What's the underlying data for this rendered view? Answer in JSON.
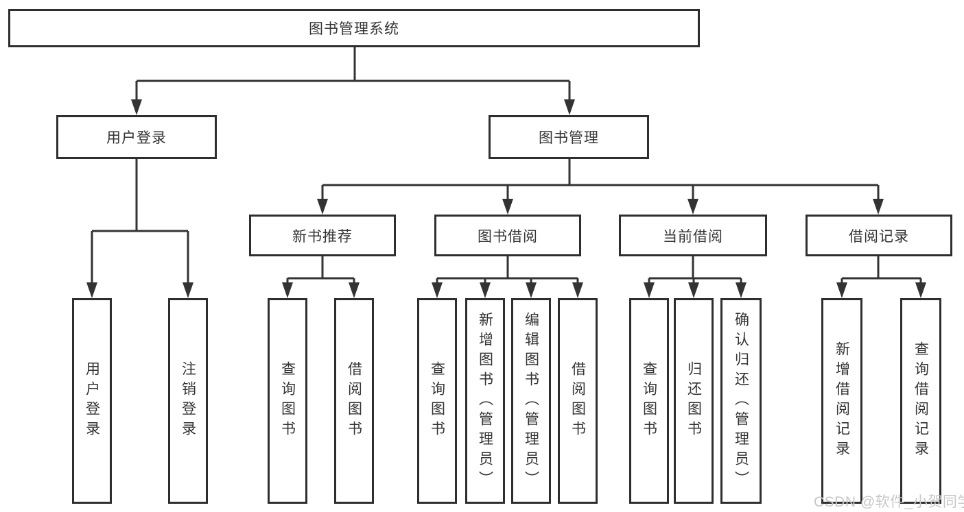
{
  "tree": {
    "root": {
      "label": "图书管理系统"
    },
    "branches": [
      {
        "label": "用户登录",
        "children": [
          {
            "label": "用户登录"
          },
          {
            "label": "注销登录"
          }
        ]
      },
      {
        "label": "图书管理",
        "children": [
          {
            "label": "新书推荐",
            "children": [
              {
                "label": "查询图书"
              },
              {
                "label": "借阅图书"
              }
            ]
          },
          {
            "label": "图书借阅",
            "children": [
              {
                "label": "查询图书"
              },
              {
                "label": "新增图书（管理员）"
              },
              {
                "label": "编辑图书（管理员）"
              },
              {
                "label": "借阅图书"
              }
            ]
          },
          {
            "label": "当前借阅",
            "children": [
              {
                "label": "查询图书"
              },
              {
                "label": "归还图书"
              },
              {
                "label": "确认归还（管理员）"
              }
            ]
          },
          {
            "label": "借阅记录",
            "children": [
              {
                "label": "新增借阅记录"
              },
              {
                "label": "查询借阅记录"
              }
            ]
          }
        ]
      }
    ]
  },
  "watermark": {
    "text": "CSDN @软件_小贺同学"
  },
  "colors": {
    "line": "#333333",
    "box_border": "#2e2e2e",
    "box_fill": "#ffffff",
    "text": "#333333",
    "watermark": "#c7c7c7"
  }
}
